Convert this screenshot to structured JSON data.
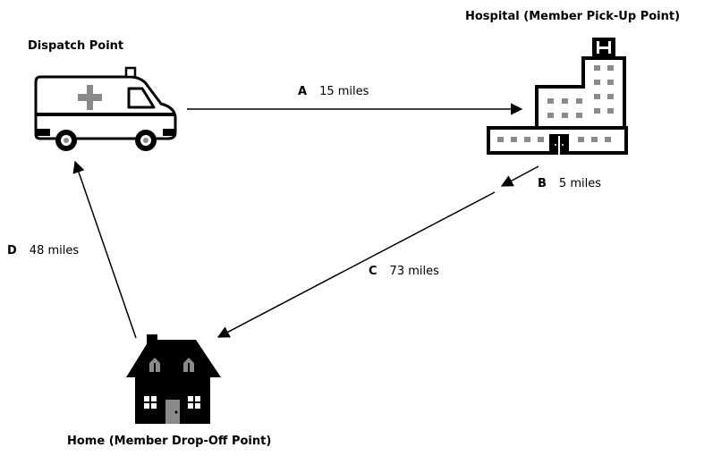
{
  "nodes": {
    "dispatch": {
      "label": "Dispatch Point",
      "icon": "ambulance-icon"
    },
    "hospital": {
      "label": "Hospital (Member Pick-Up Point)",
      "icon": "hospital-icon"
    },
    "home": {
      "label": "Home (Member Drop-Off Point)",
      "icon": "house-icon"
    }
  },
  "edges": {
    "a": {
      "letter": "A",
      "distance": "15 miles",
      "from": "Dispatch Point",
      "to": "Hospital (Member Pick-Up Point)"
    },
    "b": {
      "letter": "B",
      "distance": "5 miles"
    },
    "c": {
      "letter": "C",
      "distance": "73 miles",
      "from": "Hospital (Member Pick-Up Point)",
      "to": "Home (Member Drop-Off Point)"
    },
    "d": {
      "letter": "D",
      "distance": "48 miles",
      "from": "Home (Member Drop-Off Point)",
      "to": "Dispatch Point"
    }
  },
  "colors": {
    "ink": "#000000",
    "window_gray": "#8a8a8a",
    "background": "#ffffff"
  }
}
